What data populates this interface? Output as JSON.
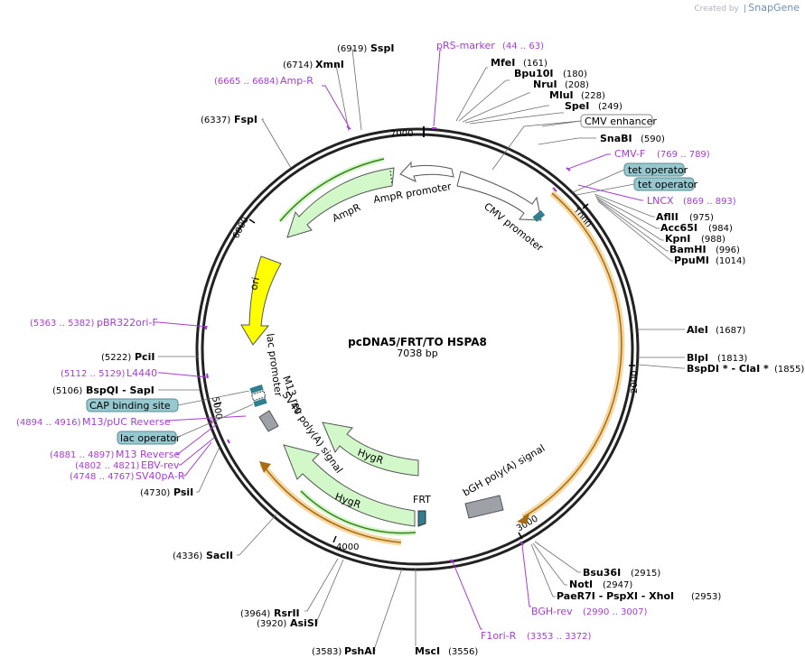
{
  "header": {
    "credit_small": "Created by",
    "credit_brand": "SnapGene"
  },
  "title": {
    "name": "pcDNA5/FRT/TO HSPA8",
    "length": "7038 bp"
  },
  "ticks": [
    "1000",
    "2000",
    "3000",
    "4000",
    "5000",
    "6000",
    "7000"
  ],
  "sites_right": [
    {
      "name": "MfeI",
      "pos": "(161)"
    },
    {
      "name": "Bpu10I",
      "pos": "(180)"
    },
    {
      "name": "NruI",
      "pos": "(208)"
    },
    {
      "name": "MluI",
      "pos": "(228)"
    },
    {
      "name": "SpeI",
      "pos": "(249)"
    },
    {
      "name": "SnaBI",
      "pos": "(590)"
    },
    {
      "name": "AflII",
      "pos": "(975)"
    },
    {
      "name": "Acc65I",
      "pos": "(984)"
    },
    {
      "name": "KpnI",
      "pos": "(988)"
    },
    {
      "name": "BamHI",
      "pos": "(996)"
    },
    {
      "name": "PpuMI",
      "pos": "(1014)"
    },
    {
      "name": "AleI",
      "pos": "(1687)"
    },
    {
      "name": "BlpI",
      "pos": "(1813)"
    },
    {
      "name": "BspDI * - ClaI *",
      "pos": "(1855)"
    },
    {
      "name": "Bsu36I",
      "pos": "(2915)"
    },
    {
      "name": "NotI",
      "pos": "(2947)"
    },
    {
      "name": "PaeR7I - PspXI - XhoI",
      "pos": "(2953)"
    }
  ],
  "sites_left": [
    {
      "name": "SspI",
      "pos": "(6919)"
    },
    {
      "name": "XmnI",
      "pos": "(6714)"
    },
    {
      "name": "FspI",
      "pos": "(6337)"
    },
    {
      "name": "PciI",
      "pos": "(5222)"
    },
    {
      "name": "BspQI - SapI",
      "pos": "(5106)"
    },
    {
      "name": "PsiI",
      "pos": "(4730)"
    },
    {
      "name": "SacII",
      "pos": "(4336)"
    },
    {
      "name": "RsrII",
      "pos": "(3964)"
    },
    {
      "name": "AsiSI",
      "pos": "(3920)"
    },
    {
      "name": "PshAI",
      "pos": "(3583)"
    },
    {
      "name": "MscI",
      "pos": "(3556)"
    }
  ],
  "primers": [
    {
      "name": "pRS-marker",
      "pos": "(44 .. 63)"
    },
    {
      "name": "Amp-R",
      "pos": "(6665 .. 6684)"
    },
    {
      "name": "CMV-F",
      "pos": "(769 .. 789)"
    },
    {
      "name": "LNCX",
      "pos": "(869 .. 893)"
    },
    {
      "name": "pBR322ori-F",
      "pos": "(5363 .. 5382)"
    },
    {
      "name": "L4440",
      "pos": "(5112 .. 5129)"
    },
    {
      "name": "M13/pUC Reverse",
      "pos": "(4894 .. 4916)"
    },
    {
      "name": "M13 Reverse",
      "pos": "(4881 .. 4897)"
    },
    {
      "name": "EBV-rev",
      "pos": "(4802 .. 4821)"
    },
    {
      "name": "SV40pA-R",
      "pos": "(4748 .. 4767)"
    },
    {
      "name": "BGH-rev",
      "pos": "(2990 .. 3007)"
    },
    {
      "name": "F1ori-R",
      "pos": "(3353 .. 3372)"
    }
  ],
  "boxed_features": [
    "CMV enhancer",
    "tet operator",
    "tet operator",
    "CAP binding site",
    "lac operator"
  ],
  "features": [
    "AmpR promoter",
    "AmpR",
    "CMV promoter",
    "ori",
    "lac promoter",
    "M13 rev",
    "SV40 poly(A) signal",
    "HygR",
    "HygR",
    "FRT",
    "bGH poly(A) signal"
  ],
  "colors": {
    "primer": "#a43dcf",
    "gene": "#d2f7c8",
    "ori": "#ffff00",
    "box": "#96c8cf",
    "orf": "#e8a53c",
    "promoter": "#ffffff",
    "polya": "#9ea2a8",
    "frt": "#2f7f90"
  }
}
